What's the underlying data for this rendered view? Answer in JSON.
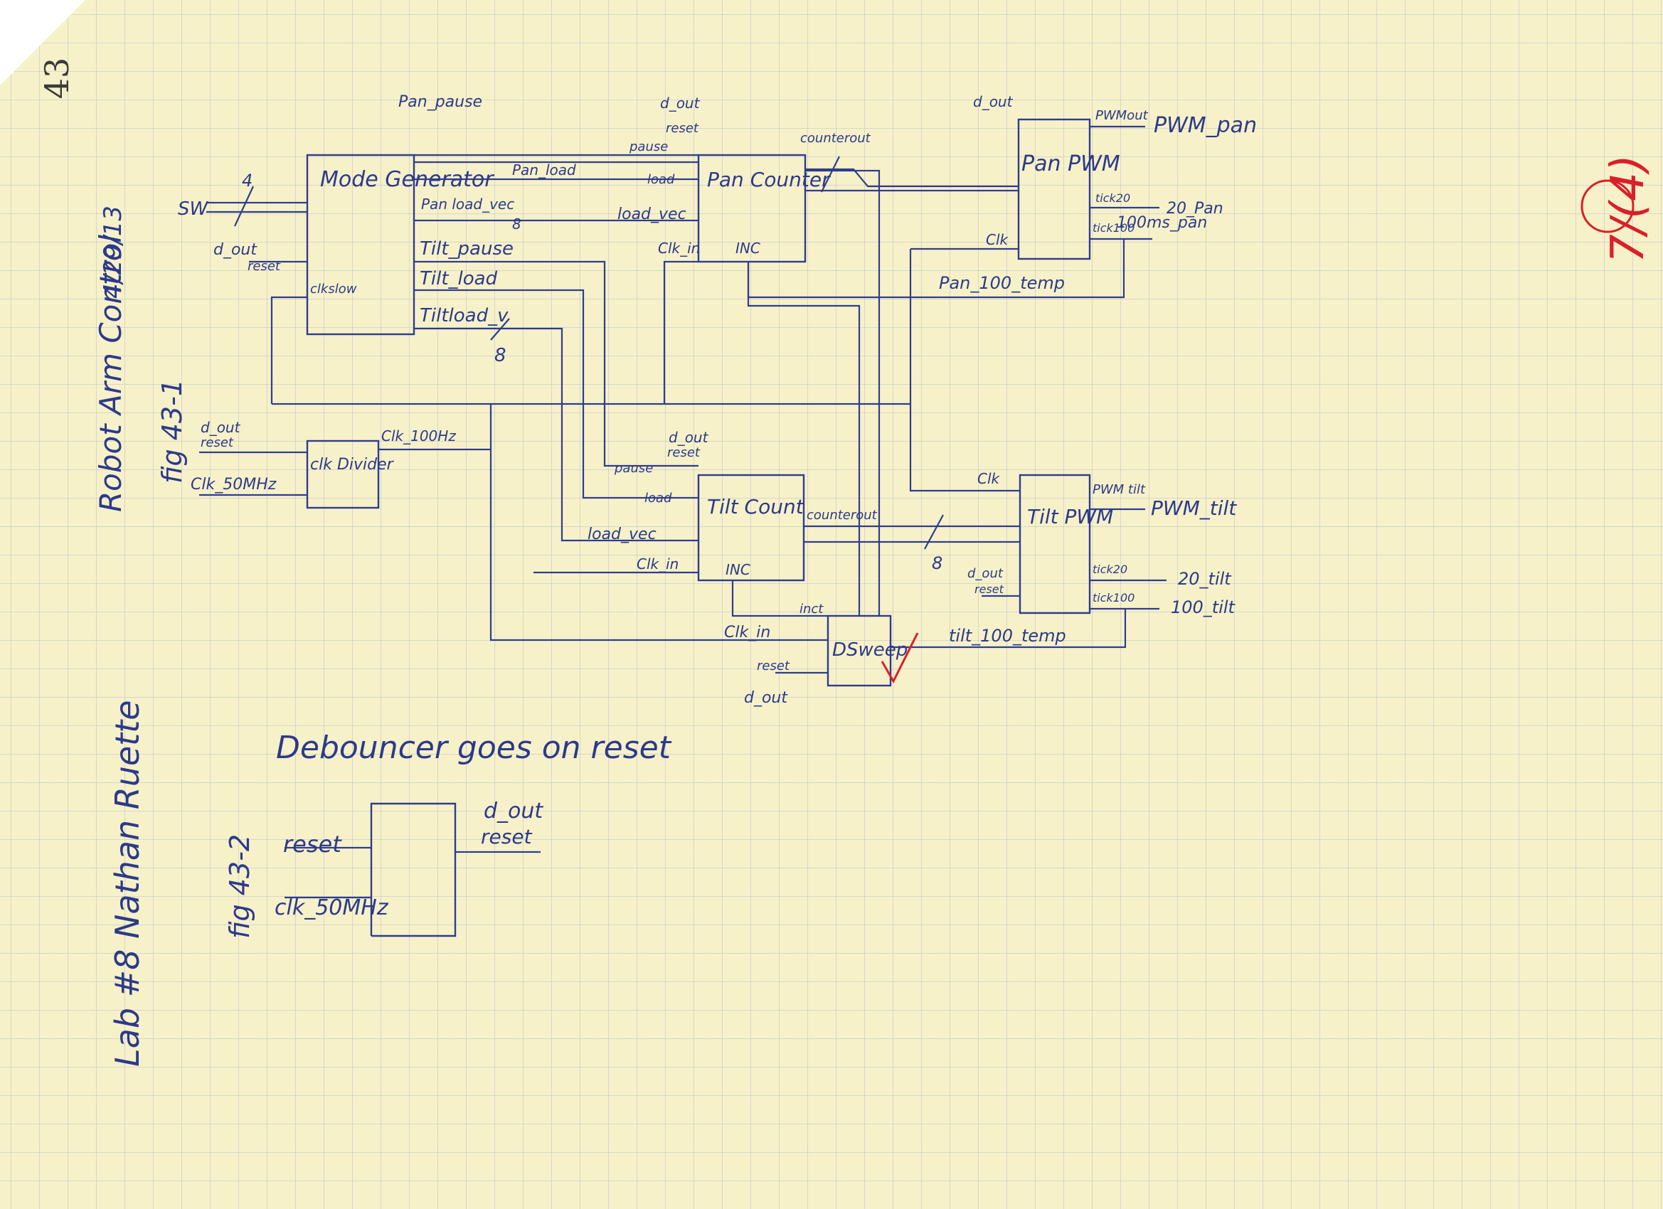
{
  "page_number": "43",
  "side_title": "Robot Arm Control",
  "date": "4/29/13",
  "lab_label": "Lab #8",
  "author": "Nathan Ruette",
  "fig1_label": "fig 43-1",
  "fig2_label": "fig 43-2",
  "grade": "7/(4)",
  "diagram": {
    "mode_generator": "Mode Generator",
    "pan_counter": "Pan Counter",
    "tilt_counter": "Tilt Count",
    "pan_pwm": "Pan PWM",
    "tilt_pwm": "Tilt PWM",
    "clk_divider": "clk Divider",
    "dsweep": "DSweep",
    "inputs": {
      "sw": "SW",
      "sw_width": "4",
      "d_out": "d_out",
      "reset": "reset",
      "clkslow": "clkslow",
      "clk_50mhz": "Clk_50MHz",
      "clk_100hz": "Clk_100Hz"
    },
    "mode_outputs": {
      "pan_pause": "Pan_pause",
      "pan_load": "Pan_load",
      "pan_load_vec": "Pan load_vec",
      "tilt_pause": "Tilt_pause",
      "tilt_load": "Tilt_load",
      "tilt_load_vec": "Tiltload_v",
      "bus_width": "8"
    },
    "pan_counter_ports": {
      "pause": "pause",
      "load": "load",
      "load_vec": "load_vec",
      "clk_in": "Clk_in",
      "inc": "INC",
      "counterout": "counterout"
    },
    "tilt_counter_ports": {
      "pause": "pause",
      "load": "load",
      "load_vec": "load_vec",
      "clk_in": "Clk_in",
      "inc": "INC",
      "counterout": "counterout"
    },
    "pan_pwm_ports": {
      "clk": "Clk",
      "out": "PWMout",
      "tick20": "tick20",
      "tick100": "tick100"
    },
    "tilt_pwm_ports": {
      "clk": "Clk",
      "out": "PWM tilt",
      "tick20": "tick20",
      "tick100": "tick100",
      "d_out": "d_out"
    },
    "dsweep_ports": {
      "inct": "inct",
      "clk_in": "Clk_in",
      "reset": "reset",
      "d_out": "d_out"
    },
    "signals": {
      "pwm_pan": "PWM_pan",
      "pan_20": "20_Pan",
      "pan_100ms": "100ms_pan",
      "pan_100_temp": "Pan_100_temp",
      "pwm_tilt": "PWM_tilt",
      "tilt_20": "20_tilt",
      "tilt_100": "100_tilt",
      "tilt_100_temp": "tilt_100_temp"
    }
  },
  "debounce": {
    "note": "Debouncer goes on reset",
    "in_reset": "reset",
    "in_clk": "clk_50MHz",
    "out_d": "d_out",
    "out_reset": "reset"
  }
}
